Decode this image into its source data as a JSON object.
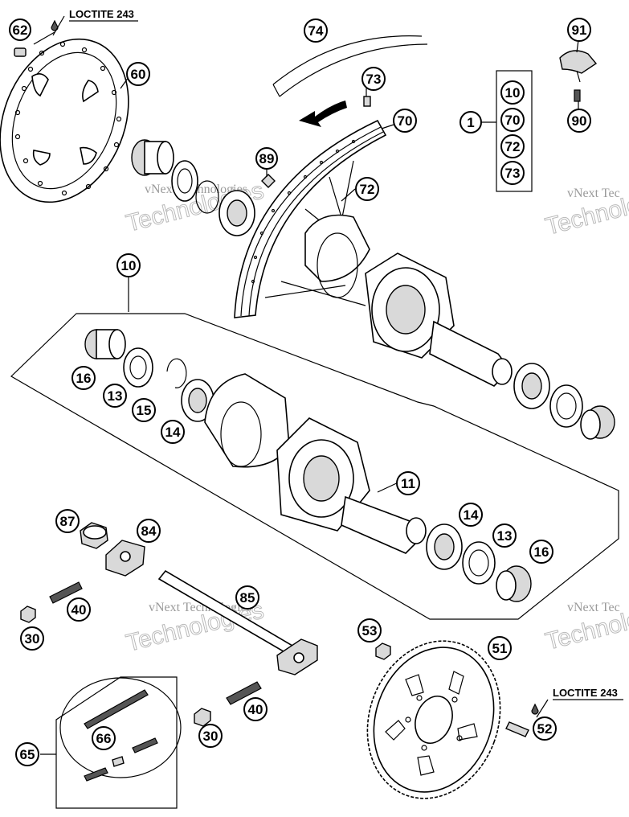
{
  "labels": {
    "loctite_top": "LOCTITE 243",
    "loctite_bottom": "LOCTITE 243",
    "watermark_small": "vNext Technologies",
    "watermark_big": "Technologies",
    "watermark_edge": "vNext Tec"
  },
  "callouts": {
    "c62": "62",
    "c60": "60",
    "c74": "74",
    "c73": "73",
    "c70": "70",
    "c72": "72",
    "c89": "89",
    "c91": "91",
    "c90": "90",
    "c1": "1",
    "k10": "10",
    "k70": "70",
    "k72": "72",
    "k73": "73",
    "c10": "10",
    "c16a": "16",
    "c13a": "13",
    "c15": "15",
    "c14a": "14",
    "c11": "11",
    "c14b": "14",
    "c13b": "13",
    "c16b": "16",
    "c87": "87",
    "c84": "84",
    "c85": "85",
    "c40a": "40",
    "c30a": "30",
    "c53": "53",
    "c51": "51",
    "c52": "52",
    "c65": "65",
    "c66": "66",
    "c40b": "40",
    "c30b": "30"
  }
}
